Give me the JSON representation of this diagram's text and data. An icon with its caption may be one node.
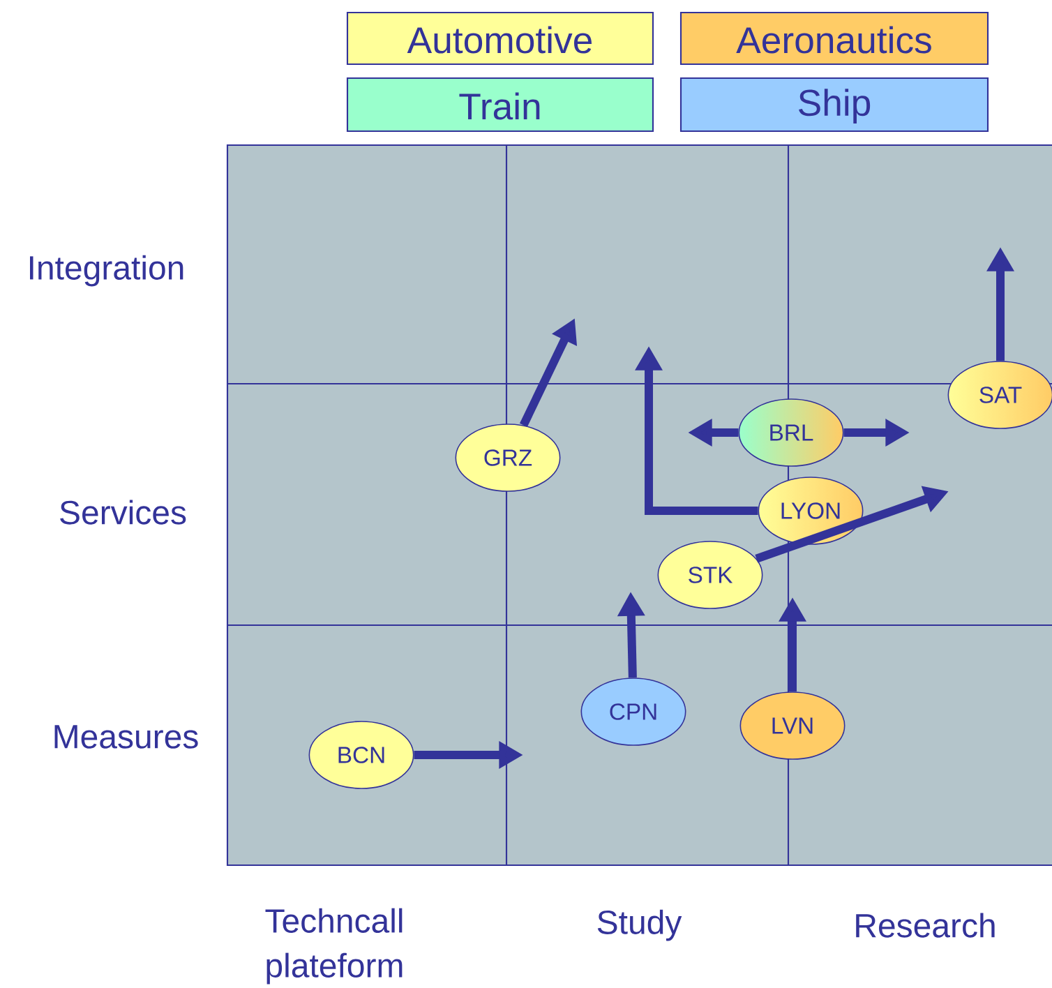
{
  "diagram": {
    "nodes": [
      {
        "text": [
          "GRZ"
        ]
      },
      {
        "text": [
          "BRL"
        ]
      },
      {
        "text": [
          "LYON"
        ]
      },
      {
        "text": [
          "STK"
        ]
      },
      {
        "text": [
          "CPN"
        ]
      },
      {
        "text": [
          "LVN"
        ]
      },
      {
        "text": [
          "BCN"
        ]
      },
      {
        "text": [
          "SAT"
        ]
      }
    ],
    "edges": [
      {
        "from": 0,
        "to": null,
        "arrow": "to"
      },
      {
        "from": 7,
        "to": null,
        "arrow": "to"
      },
      {
        "from": 1,
        "to": null,
        "arrow": "to"
      },
      {
        "from": 1,
        "to": null,
        "arrow": "to"
      },
      {
        "from": 2,
        "to": null,
        "arrow": "to"
      },
      {
        "from": 3,
        "to": null,
        "arrow": "to"
      },
      {
        "from": 4,
        "to": null,
        "arrow": "to"
      },
      {
        "from": 5,
        "to": null,
        "arrow": "to"
      },
      {
        "from": 6,
        "to": null,
        "arrow": "to"
      }
    ],
    "labels": [
      "Integration",
      "Services",
      "Measures",
      "Techncall plateform",
      "Study",
      "Research"
    ],
    "legend": [
      {
        "text": "Automotive",
        "color": "#ffff99"
      },
      {
        "text": "Aeronautics",
        "color": "#ffcc66"
      },
      {
        "text": "Train",
        "color": "#99ffcc"
      },
      {
        "text": "Ship",
        "color": "#99ccff"
      }
    ]
  }
}
